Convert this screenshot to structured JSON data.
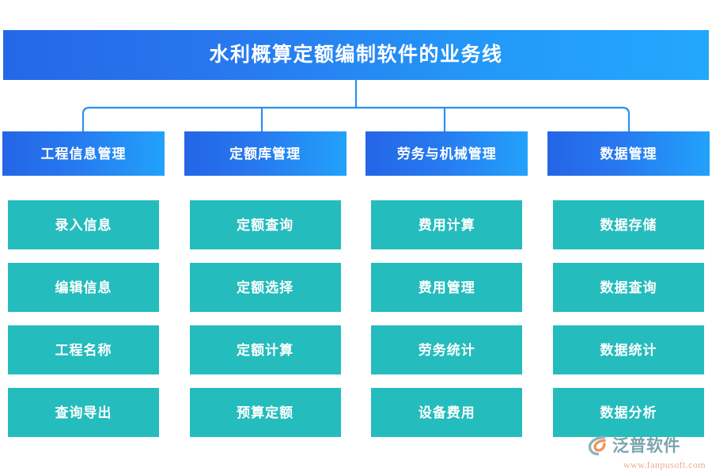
{
  "title": {
    "text": "水利概算定额编制软件的业务线"
  },
  "colors": {
    "title_gradient_start": "#2468e8",
    "title_gradient_end": "#23a8fd",
    "header_gradient_start": "#2465e6",
    "header_gradient_end": "#22a2fb",
    "item_teal": "#25bcbd",
    "connector_line": "#2e8ef0",
    "logo_word": "#7ba4ae",
    "logo_url": "#f0a98f",
    "logo_mark_orange": "#f2935c",
    "logo_mark_teal": "#8fb3bb"
  },
  "columns": [
    {
      "header": "工程信息管理",
      "items": [
        "录入信息",
        "编辑信息",
        "工程名称",
        "查询导出"
      ]
    },
    {
      "header": "定额库管理",
      "items": [
        "定额查询",
        "定额选择",
        "定额计算",
        "预算定额"
      ]
    },
    {
      "header": "劳务与机械管理",
      "items": [
        "费用计算",
        "费用管理",
        "劳务统计",
        "设备费用"
      ]
    },
    {
      "header": "数据管理",
      "items": [
        "数据存储",
        "数据查询",
        "数据统计",
        "数据分析"
      ]
    }
  ],
  "logo": {
    "mark": "fanpu-swoosh-icon",
    "word": "泛普软件",
    "url": "www.fanpusoft.com"
  }
}
